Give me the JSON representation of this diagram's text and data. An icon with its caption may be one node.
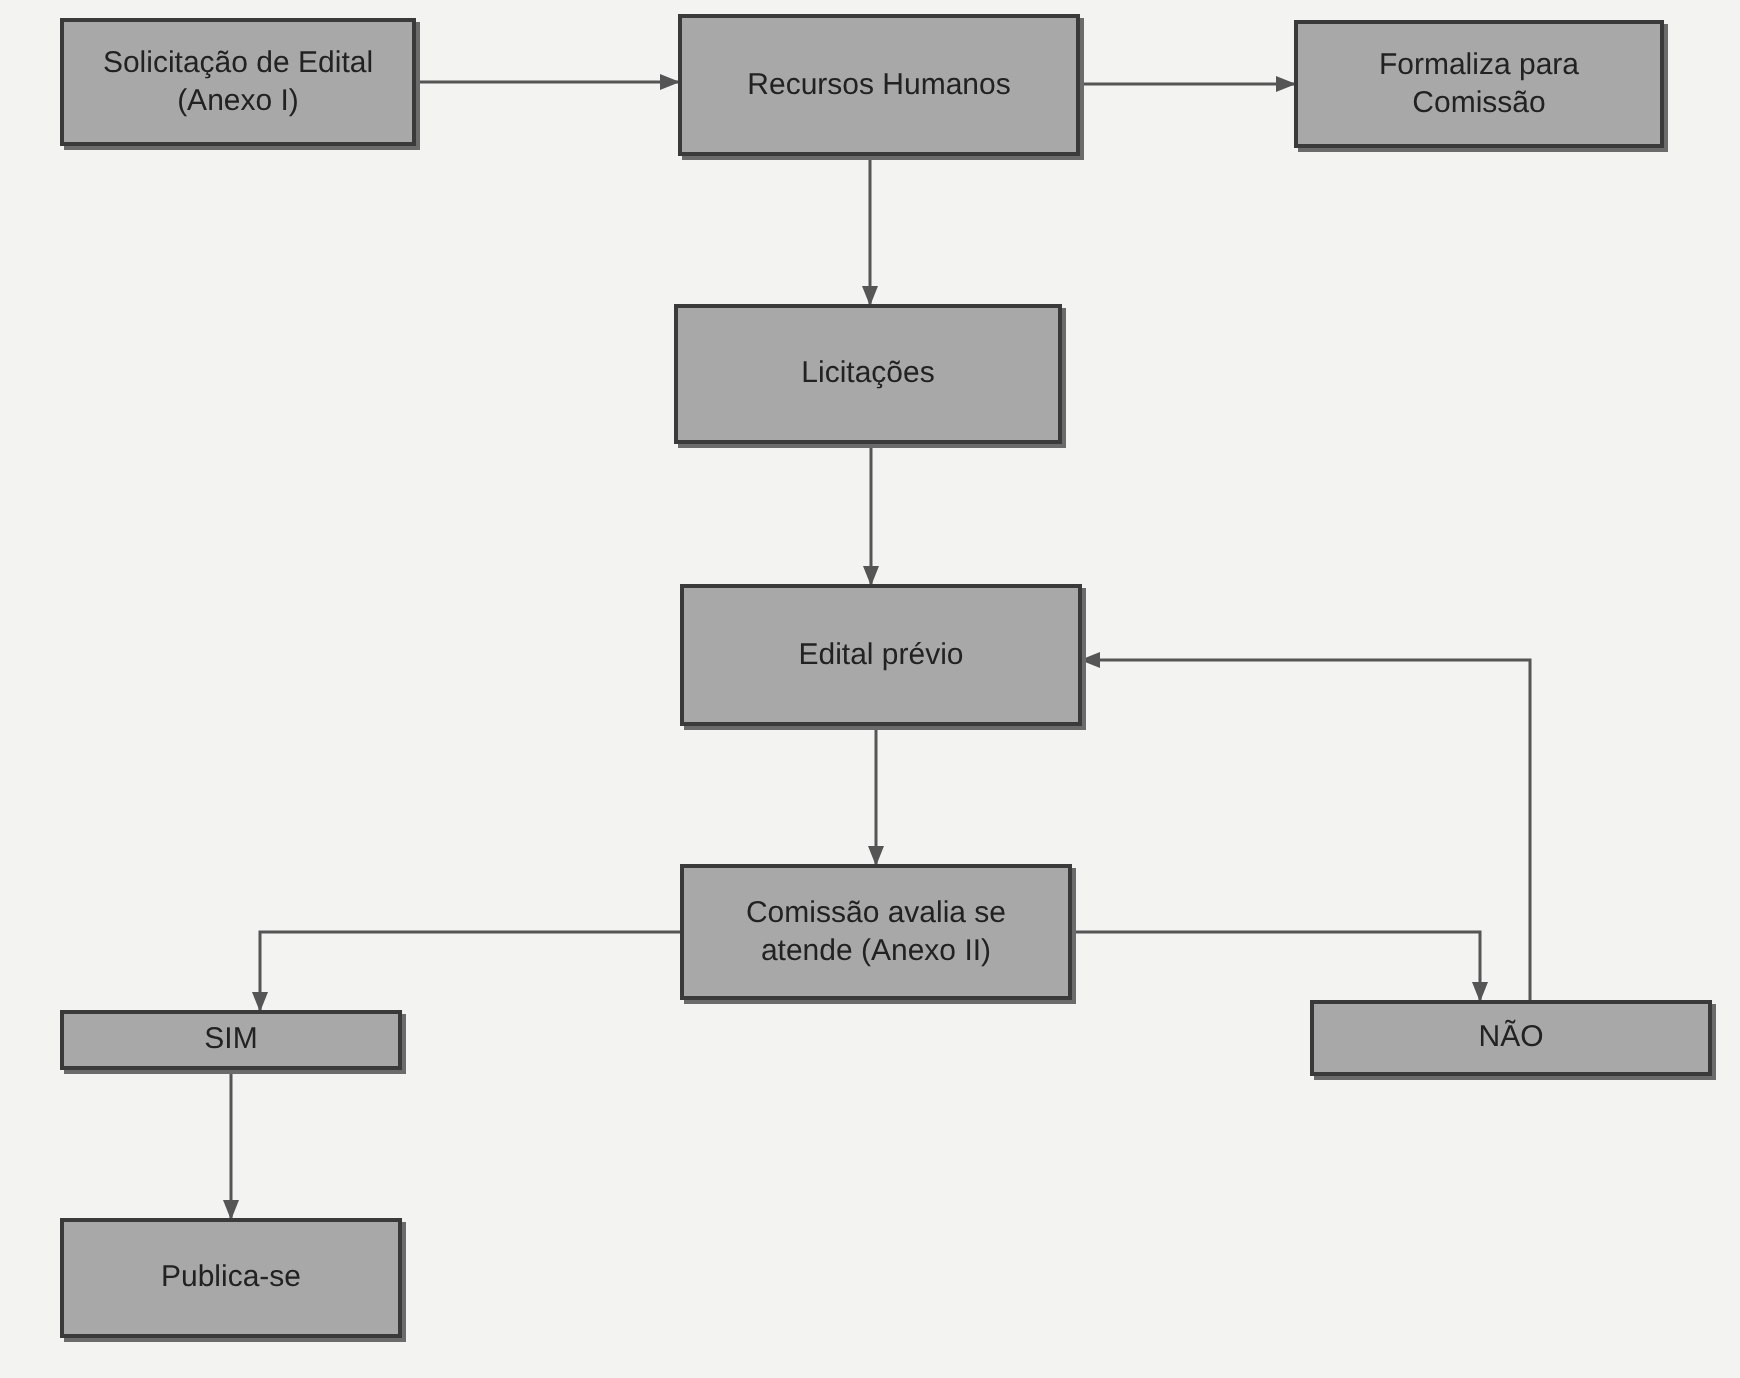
{
  "diagram": {
    "nodes": [
      {
        "text": [
          "Solicitação de Edital (Anexo I)"
        ]
      },
      {
        "text": [
          "Recursos Humanos"
        ]
      },
      {
        "text": [
          "Formaliza para Comissão"
        ]
      },
      {
        "text": [
          "Licitações"
        ]
      },
      {
        "text": [
          "Edital prévio"
        ]
      },
      {
        "text": [
          "Comissão avalia se atende (Anexo II)"
        ]
      },
      {
        "text": [
          "SIM"
        ]
      },
      {
        "text": [
          "NÃO"
        ]
      },
      {
        "text": [
          "Publica-se"
        ]
      }
    ],
    "edges": [
      {
        "from": 0,
        "to": 1,
        "arrow": "to"
      },
      {
        "from": 1,
        "to": 2,
        "arrow": "to"
      },
      {
        "from": 1,
        "to": 3,
        "arrow": "to"
      },
      {
        "from": 3,
        "to": 4,
        "arrow": "to"
      },
      {
        "from": 4,
        "to": 5,
        "arrow": "to"
      },
      {
        "from": 5,
        "to": 6,
        "arrow": "to"
      },
      {
        "from": 5,
        "to": 7,
        "arrow": "to"
      },
      {
        "from": 7,
        "to": 4,
        "arrow": "to"
      },
      {
        "from": 6,
        "to": 8,
        "arrow": "to"
      }
    ]
  }
}
